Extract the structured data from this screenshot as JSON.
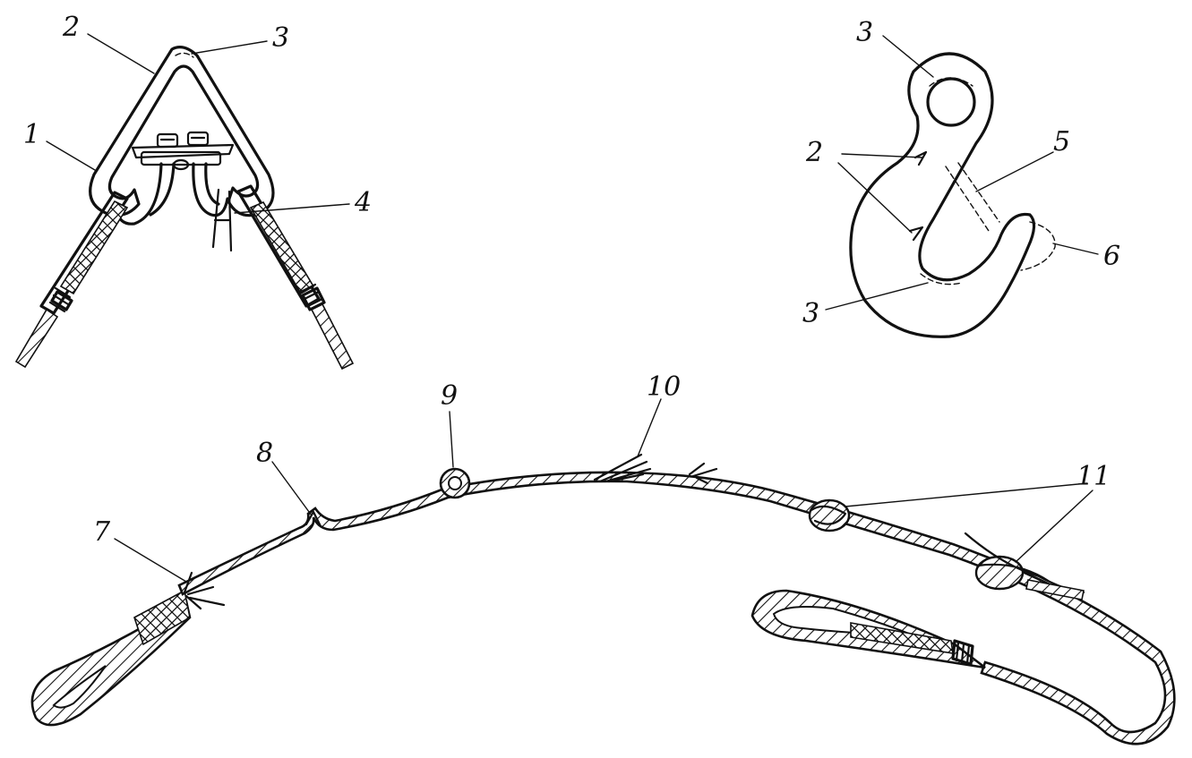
{
  "labels": {
    "shackle": [
      "1",
      "2",
      "3",
      "4"
    ],
    "hook": [
      "3",
      "2",
      "5",
      "6",
      "3"
    ],
    "rope": [
      "7",
      "8",
      "9",
      "10",
      "11"
    ]
  },
  "colors": {
    "ink": "#111111",
    "paper": "#ffffff"
  }
}
